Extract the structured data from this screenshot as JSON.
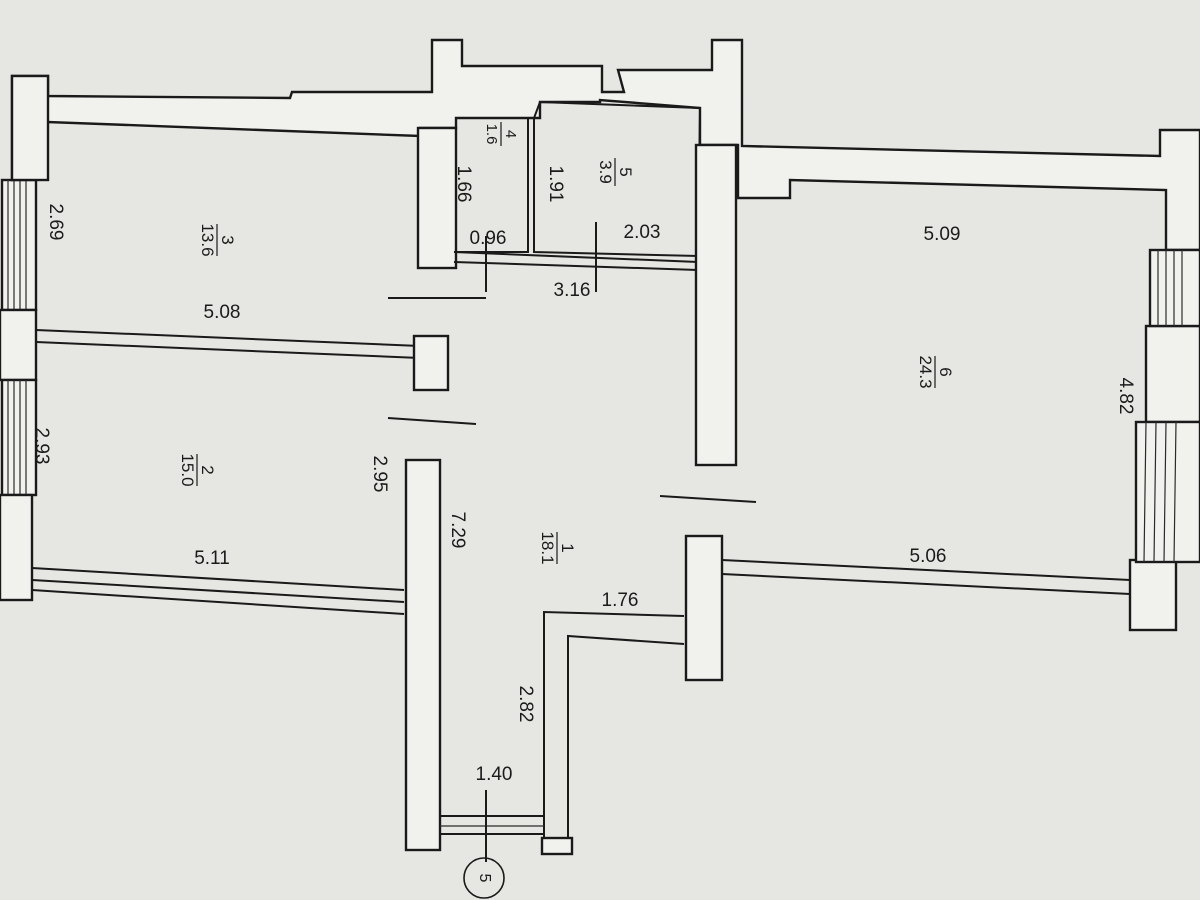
{
  "colors": {
    "paper": "#e6e7e3",
    "wall_fill": "#f1f1ee",
    "ink": "#1a1a1a"
  },
  "rooms": [
    {
      "number": "1",
      "area": "18.1"
    },
    {
      "number": "2",
      "area": "15.0"
    },
    {
      "number": "3",
      "area": "13.6"
    },
    {
      "number": "4",
      "area": "1.6"
    },
    {
      "number": "5",
      "area": "3.9"
    },
    {
      "number": "6",
      "area": "24.3"
    }
  ],
  "dimensions": {
    "room3_width": "5.08",
    "room3_depth": "2.69",
    "room2_width": "5.11",
    "room2_depth": "2.93",
    "room2_depth_inner": "2.95",
    "room4_depth": "1.66",
    "room4_width": "0.96",
    "room5_depth": "1.91",
    "room5_width": "2.03",
    "hall_width": "3.16",
    "hall_length": "7.29",
    "hall_step": "1.76",
    "corridor_length": "2.82",
    "entrance_width": "1.40",
    "room6_width_top": "5.09",
    "room6_width_bottom": "5.06",
    "room6_depth": "4.82"
  },
  "entrance_marker": "5"
}
